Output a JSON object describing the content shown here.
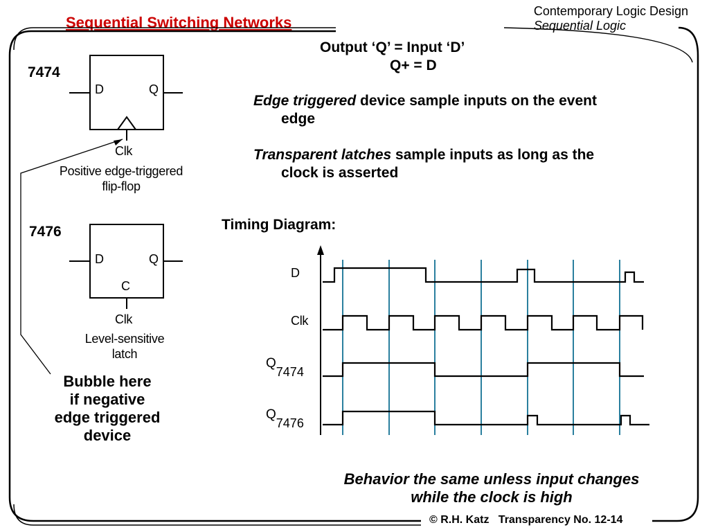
{
  "header": {
    "title": "Sequential Switching Networks",
    "course": "Contemporary Logic Design",
    "topic": "Sequential Logic"
  },
  "equations": {
    "line1": "Output ‘Q’ = Input ‘D’",
    "line2": "Q+ = D"
  },
  "bullets": {
    "edge_em": "Edge triggered",
    "edge_rest": " device sample inputs on the event",
    "edge_cont": "edge",
    "transparent_em": "Transparent latches",
    "transparent_rest": " sample inputs as long as the",
    "transparent_cont": "clock is asserted"
  },
  "ff7474": {
    "part": "7474",
    "d_pin": "D",
    "q_pin": "Q",
    "clk": "Clk",
    "caption_line1": "Positive edge-triggered",
    "caption_line2": "flip-flop"
  },
  "latch7476": {
    "part": "7476",
    "d_pin": "D",
    "q_pin": "Q",
    "c_pin": "C",
    "clk": "Clk",
    "caption_line1": "Level-sensitive",
    "caption_line2": "latch"
  },
  "bubble_note": [
    "Bubble here",
    "if negative",
    "edge triggered",
    "device"
  ],
  "timing": {
    "title": "Timing Diagram:",
    "signals": [
      {
        "key": "D",
        "label": "D",
        "sub": ""
      },
      {
        "key": "Clk",
        "label": "Clk",
        "sub": ""
      },
      {
        "key": "Q7474",
        "label": "Q",
        "sub": "7474"
      },
      {
        "key": "Q7476",
        "label": "Q",
        "sub": "7476"
      }
    ],
    "colors": {
      "signal": "#000000",
      "edge_marker": "#2a7f9e"
    }
  },
  "conclusion": {
    "line1": "Behavior the same unless input changes",
    "line2": "while the clock is high"
  },
  "footer": {
    "text": "© R.H. Katz   Transparency No. 12-14"
  }
}
